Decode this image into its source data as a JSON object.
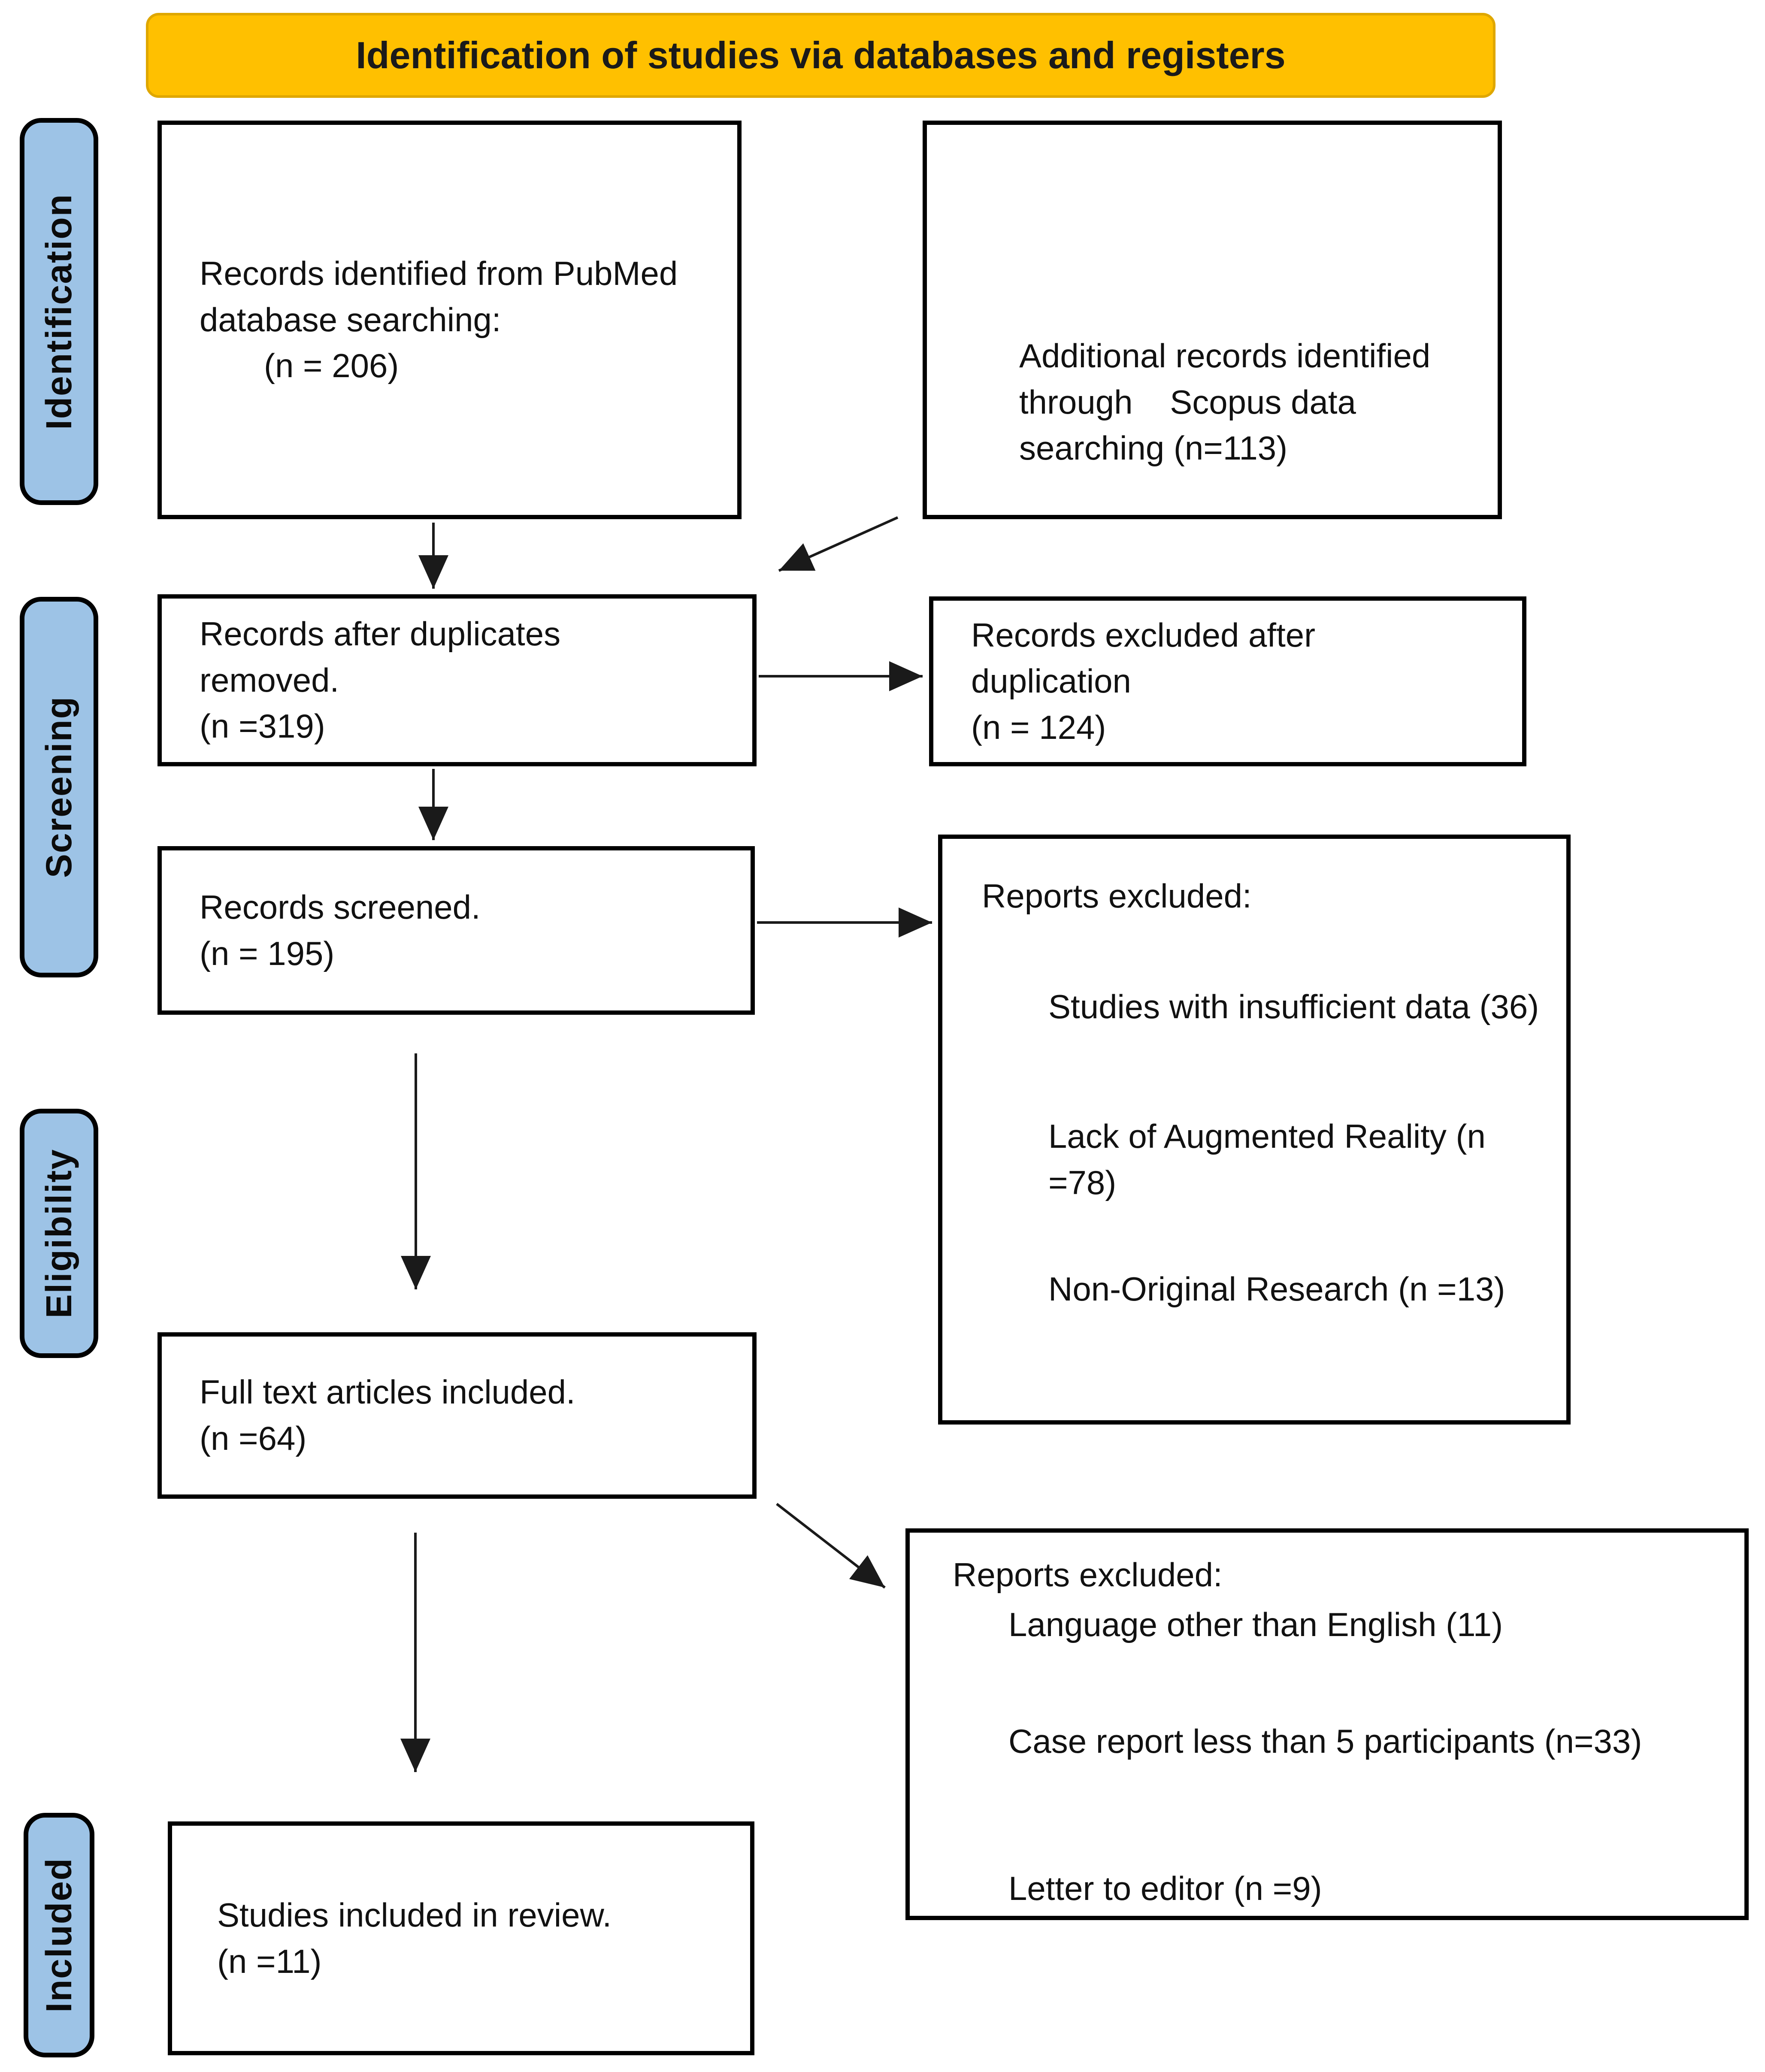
{
  "banner": {
    "label": "Identification of studies via databases and registers"
  },
  "stages": {
    "identification": "Identification",
    "screening": "Screening",
    "eligibility": "Eligibility",
    "included": "Included"
  },
  "boxes": {
    "pubmed": {
      "lines": [
        "Records identified from PubMed",
        "database searching:",
        "(n = 206)"
      ]
    },
    "scopus": {
      "lines": [
        "Additional records identified",
        "through    Scopus data",
        "searching (n=113)"
      ]
    },
    "after_duplicates": {
      "lines": [
        "Records after duplicates",
        "removed.",
        "(n =319)"
      ]
    },
    "excluded_duplication": {
      "lines": [
        "Records excluded after",
        "duplication",
        "(n = 124)"
      ]
    },
    "screened": {
      "lines": [
        "Records screened.",
        "(n = 195)"
      ]
    },
    "reports_excluded_screening": {
      "title": "Reports excluded:",
      "items": [
        "Studies with insufficient data (36)",
        "Lack of Augmented Reality (n =78)",
        "Non-Original Research (n =13)"
      ]
    },
    "full_text": {
      "lines": [
        "Full text articles included.",
        "(n =64)"
      ]
    },
    "reports_excluded_fulltext": {
      "title": "Reports excluded:",
      "items": [
        "Language other than English (11)",
        "Case report less than 5 participants (n=33)",
        "Letter to editor (n =9)"
      ]
    },
    "included_review": {
      "lines": [
        "Studies included in review.",
        "(n =11)"
      ]
    }
  },
  "colors": {
    "banner_fill": "#FFC000",
    "stage_fill": "#9DC3E6",
    "box_border": "#000000"
  }
}
